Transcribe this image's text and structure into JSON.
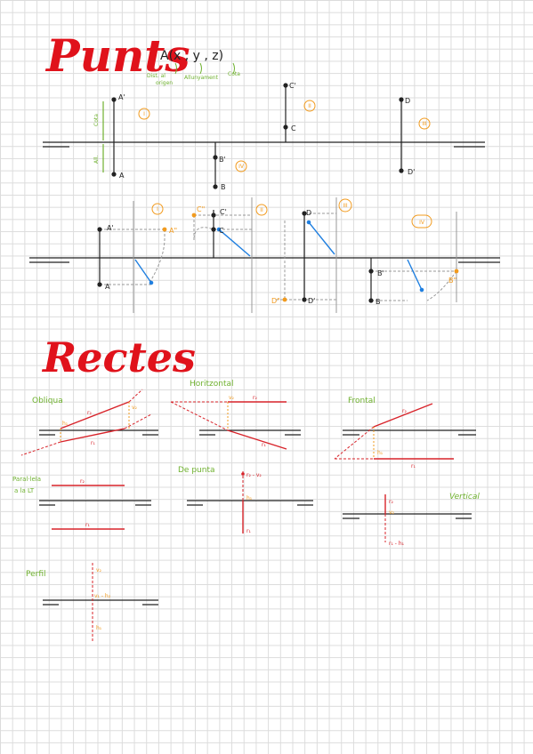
{
  "titles": {
    "points": "Punts",
    "lines": "Rectes"
  },
  "formula": {
    "text": "A(x , y , z)",
    "x_note_1": "Dist. al",
    "x_note_2": "origen",
    "y_note": "Allunyament",
    "z_note": "Cota"
  },
  "top_figure": {
    "label_cota": "Cota",
    "label_allunyament": "All.",
    "points": [
      "A'",
      "A",
      "C'",
      "C",
      "B'",
      "B",
      "D",
      "D'"
    ],
    "quadrants": [
      "I",
      "II",
      "III",
      "IV"
    ]
  },
  "second_figure": {
    "quadrants": [
      "I",
      "II",
      "III",
      "IV"
    ],
    "labels": {
      "A1": "A'",
      "A": "A",
      "A2": "A\"",
      "C2": "C\"",
      "C1": "C'",
      "C": "C",
      "D": "D",
      "D2": "D\"",
      "D1": "D'",
      "B1": "B'",
      "B": "B",
      "B2": "B\""
    }
  },
  "lines": {
    "obliqua": {
      "title": "Obliqua",
      "r2": "r₂",
      "r1": "r₁",
      "v": "v₂",
      "h": "h₁"
    },
    "horitzontal": {
      "title": "Horitzontal",
      "r2": "r₂",
      "r1": "r₁",
      "v": "v₂"
    },
    "frontal": {
      "title": "Frontal",
      "r2": "r₂",
      "r1": "r₁",
      "h": "h₁"
    },
    "paral_la": {
      "title_1": "Paral·lela",
      "title_2": "a la LT",
      "r2": "r₂",
      "r1": "r₁"
    },
    "de_punta": {
      "title": "De punta",
      "top": "r₂ - v₂",
      "mid": "h₁",
      "bot": "r₁"
    },
    "vertical": {
      "title": "Vertical",
      "top": "r₂",
      "mid": "v₂",
      "bot": "r₁ - h₁"
    },
    "perfil": {
      "title": "Perfil",
      "v": "v₂",
      "mid": "v₁ - h₂",
      "h": "h₁"
    }
  },
  "colors": {
    "title": "#e0121b",
    "red": "#d8232a",
    "orange": "#f29b1e",
    "green": "#6fb12f",
    "blue": "#1f7fe0"
  }
}
